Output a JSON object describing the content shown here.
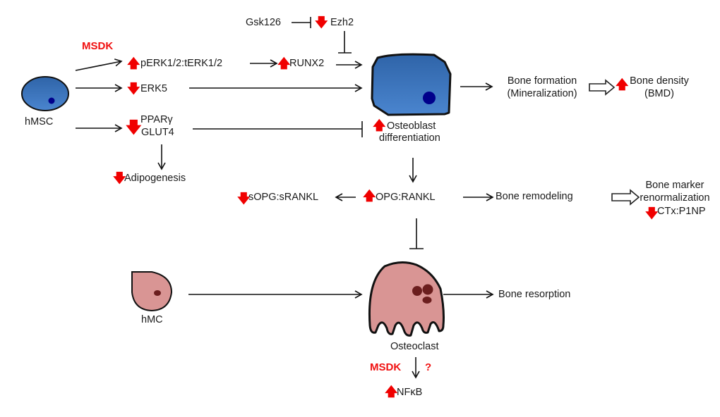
{
  "colors": {
    "regulation_arrow": "#ff0000",
    "msdk_label": "#f01010",
    "osteoblast_fill": "#3a6fb8",
    "nucleus_blue": "#00008b",
    "osteoclast_fill": "#d99594",
    "osteoclast_nuclei": "#6b1e1e"
  },
  "cells": {
    "hmsc": "hMSC",
    "hmc": "hMC",
    "osteoblast": "Osteoblast",
    "osteoblast_line2": "differentiation",
    "osteoclast": "Osteoclast"
  },
  "labels": {
    "msdk_top": "MSDK",
    "gsk126": "Gsk126",
    "ezh2": "Ezh2",
    "perk": "pERK1/2:tERK1/2",
    "runx2": "RUNX2",
    "erk5": "ERK5",
    "ppar": "PPARγ",
    "glut4": "GLUT4",
    "adipogenesis": "Adipogenesis",
    "bone_formation": "Bone formation",
    "mineralization": "(Mineralization)",
    "bone_density": "Bone density",
    "bmd": "(BMD)",
    "sopg": "sOPG:sRANKL",
    "opg": "OPG:RANKL",
    "bone_remodeling": "Bone remodeling",
    "bone_marker": "Bone marker",
    "renormalization": "renormalization",
    "ctx": "CTx:P1NP",
    "bone_resorption": "Bone resorption",
    "msdk_bottom": "MSDK",
    "question": "?",
    "nfkb": "NFκB"
  },
  "indicators": {
    "up": "🡅",
    "down": "🡇"
  }
}
